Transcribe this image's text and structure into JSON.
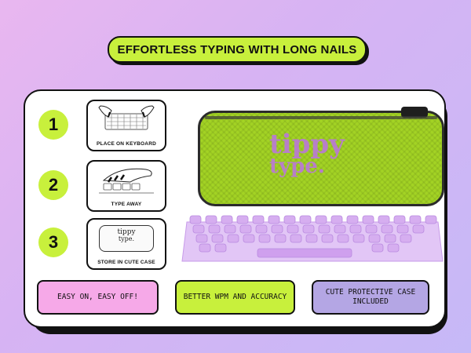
{
  "title": "EFFORTLESS TYPING WITH LONG NAILS",
  "steps": [
    {
      "number": "1",
      "label": "PLACE ON KEYBOARD",
      "icon": "keyboard-hands-icon"
    },
    {
      "number": "2",
      "label": "TYPE AWAY",
      "icon": "typing-hand-icon"
    },
    {
      "number": "3",
      "label": "STORE IN CUTE CASE",
      "icon": "case-icon"
    }
  ],
  "step3_logo": {
    "line1": "tippy",
    "line2": "type."
  },
  "case_logo": {
    "line1": "tippy",
    "line2": "type."
  },
  "features": [
    {
      "label": "EASY ON, EASY OFF!",
      "color": "#f6a9e8"
    },
    {
      "label": "BETTER WPM AND ACCURACY",
      "color": "#c8f03c"
    },
    {
      "label": "CUTE PROTECTIVE CASE INCLUDED",
      "color": "#b4a6e4"
    }
  ],
  "colors": {
    "accent": "#c8f03c",
    "case": "#a3d324",
    "logo": "#b77fc7",
    "keys": "#d6aef0"
  }
}
